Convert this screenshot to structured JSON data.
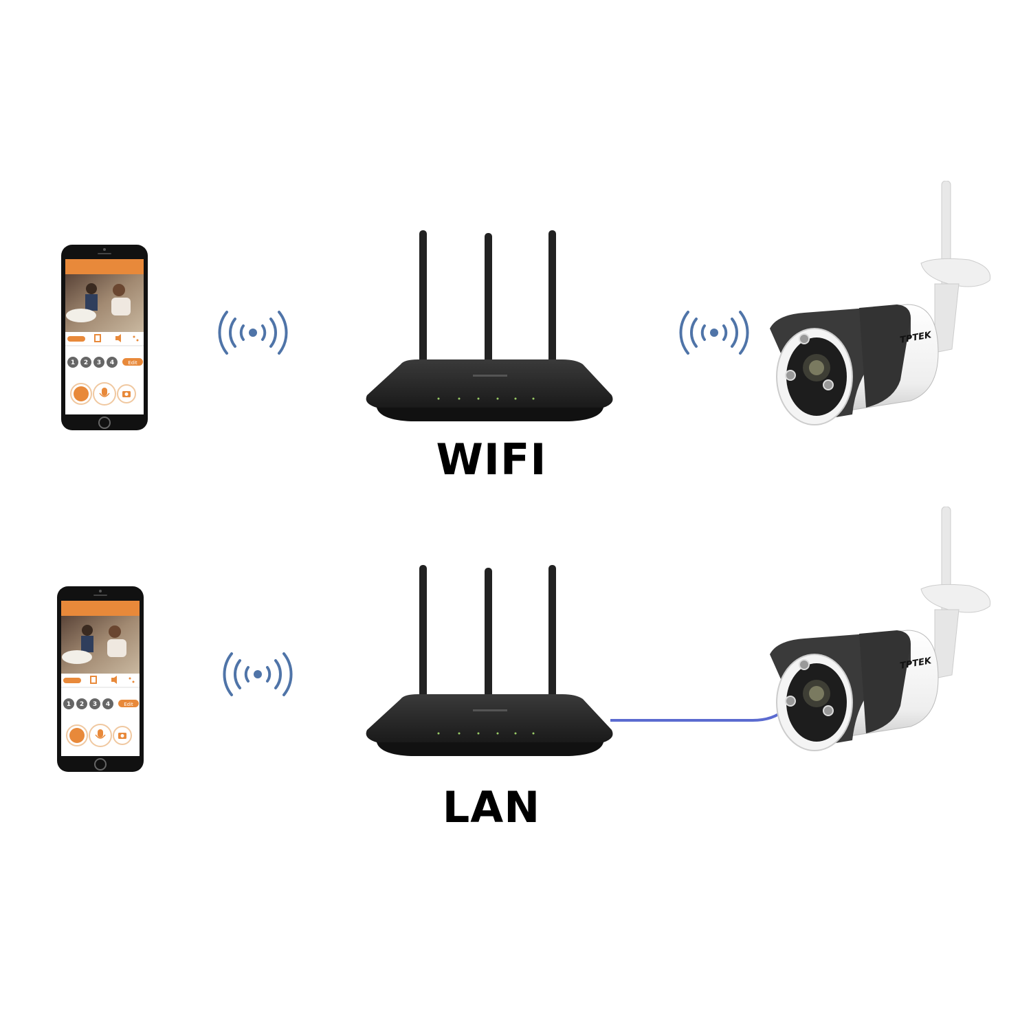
{
  "rows": [
    {
      "connection_label": "WIFI",
      "link_type": "wireless"
    },
    {
      "connection_label": "LAN",
      "link_type": "cable"
    }
  ],
  "phone_app": {
    "channels": [
      "1",
      "2",
      "3",
      "4"
    ],
    "edit_label": "Edit",
    "accent_color": "#e8893a"
  },
  "camera": {
    "brand": "TPTEK"
  },
  "colors": {
    "signal": "#4f74a8",
    "cable": "#5b6bd0",
    "device_dark": "#262626"
  }
}
